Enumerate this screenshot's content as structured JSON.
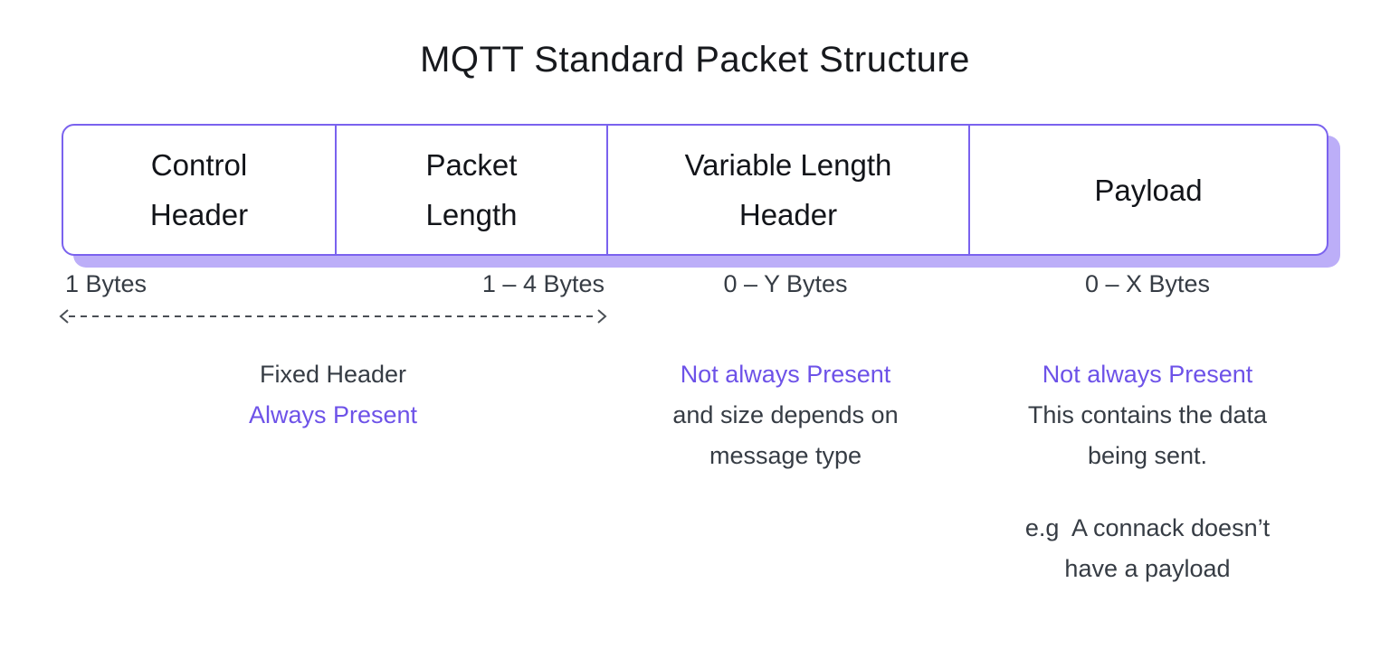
{
  "title": "MQTT Standard Packet Structure",
  "packet": {
    "cells": [
      {
        "label": "Control Header",
        "bytes": "1 Bytes"
      },
      {
        "label": "Packet Length",
        "bytes": "1 – 4 Bytes"
      },
      {
        "label": "Variable Length Header",
        "bytes": "0 – Y Bytes"
      },
      {
        "label": "Payload",
        "bytes": "0 – X Bytes"
      }
    ]
  },
  "notes": {
    "fixed_header": {
      "line1": "Fixed Header",
      "line2": "Always Present"
    },
    "variable_header": {
      "line1": "Not always Present",
      "line2": "and size depends on",
      "line3": "message type"
    },
    "payload": {
      "line1": "Not always Present",
      "line2": "This contains the data",
      "line3": "being sent.",
      "example_line1": "e.g  A connack doesn’t",
      "example_line2": "have a payload"
    }
  },
  "colors": {
    "accent_purple": "#6d52e8",
    "box_border": "#7a62ee",
    "box_shadow": "#bcaef8",
    "text_dark": "#17191d",
    "text_gray": "#363c44"
  }
}
